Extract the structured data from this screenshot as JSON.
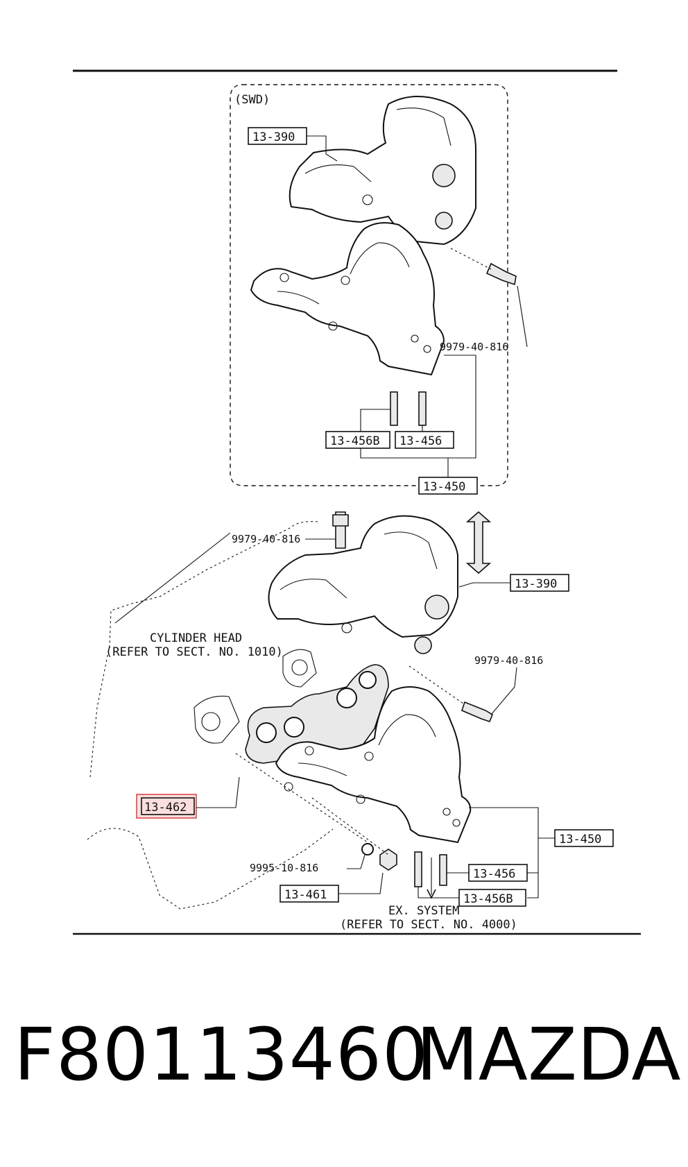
{
  "inset": {
    "tag": "(SWD)",
    "labels": {
      "heat_shield": "13-390",
      "bolt": "9979-40-816",
      "stud_b": "13-456B",
      "stud": "13-456",
      "manifold": "13-450"
    }
  },
  "main": {
    "labels": {
      "bolt_top": "9979-40-816",
      "heat_shield": "13-390",
      "bolt_right": "9979-40-816",
      "gasket": "13-462",
      "manifold": "13-450",
      "washer": "9995-10-816",
      "nut": "13-461",
      "stud": "13-456",
      "stud_b": "13-456B"
    },
    "cylinder_head_note": {
      "line1": "CYLINDER HEAD",
      "line2": "(REFER TO SECT. NO. 1010)"
    },
    "ex_system_note": {
      "line1": "EX. SYSTEM",
      "line2": "(REFER TO SECT. NO. 4000)"
    },
    "highlight_color": "#e04848"
  },
  "footer": {
    "part_number": "F80113460",
    "brand": "MAZDA"
  }
}
